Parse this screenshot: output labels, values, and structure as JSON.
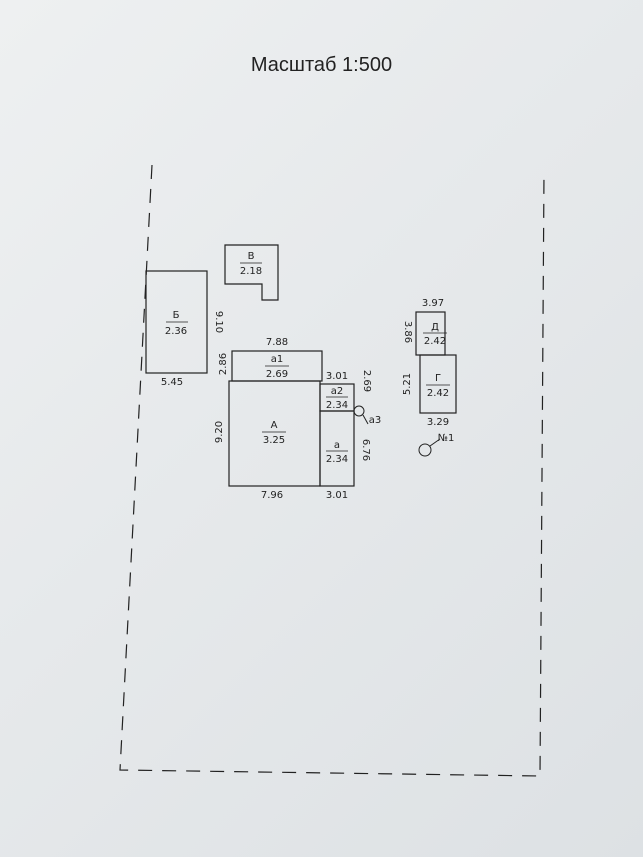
{
  "scale_title": "Масштаб 1:500",
  "buildings": {
    "B": {
      "name": "Б",
      "value": "2.36",
      "dim_left": "9.10",
      "dim_bottom": "5.45"
    },
    "V": {
      "name": "В",
      "value": "2.18"
    },
    "A1": {
      "name": "а1",
      "value": "2.69",
      "dim_top": "7.88",
      "dim_left": "2.86"
    },
    "A": {
      "name": "А",
      "value": "3.25",
      "dim_left": "9.20",
      "dim_bottom": "7.96"
    },
    "A2": {
      "name": "а2",
      "value": "2.34",
      "dim_top": "3.01",
      "dim_right": "2.69"
    },
    "a": {
      "name": "а",
      "value": "2.34",
      "dim_right": "6.76",
      "dim_bottom": "3.01"
    },
    "a3": {
      "name": "а3"
    },
    "D": {
      "name": "Д",
      "value": "2.42",
      "dim_top": "3.97",
      "dim_left": "3.86"
    },
    "G": {
      "name": "Г",
      "value": "2.42",
      "dim_left": "5.21",
      "dim_bottom": "3.29"
    },
    "well": {
      "name": "№1"
    }
  }
}
